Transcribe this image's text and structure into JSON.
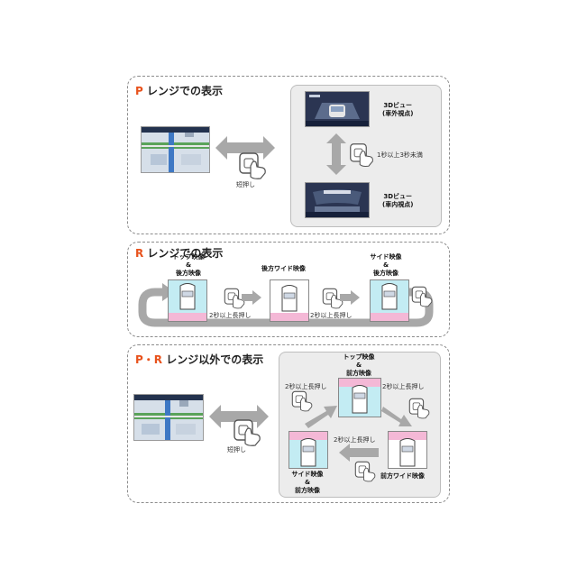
{
  "sections": {
    "p": {
      "title_highlight": "P",
      "title_rest": " レンジでの表示",
      "short_press": "短押し",
      "view_3d_label": "3Dビュー",
      "view_outside": "(車外視点)",
      "view_inside": "(車内視点)",
      "hold_label": "1秒以上3秒未満"
    },
    "r": {
      "title_highlight": "R",
      "title_rest": " レンジでの表示",
      "top_line1": "トップ映像",
      "top_line2": "&",
      "top_line3": "後方映像",
      "rear_wide": "後方ワイド映像",
      "side_line1": "サイド映像",
      "side_line2": "&",
      "side_line3": "後方映像",
      "hold_a": "2秒以上長押し",
      "hold_b": "2秒以上長押し"
    },
    "other": {
      "title_highlight": "P・R",
      "title_rest": " レンジ以外での表示",
      "short_press": "短押し",
      "top_line1": "トップ映像",
      "top_line2": "&",
      "top_line3": "前方映像",
      "front_wide": "前方ワイド映像",
      "side_line1": "サイド映像",
      "side_line2": "&",
      "side_line3": "前方映像",
      "hold_left": "2秒以上長押し",
      "hold_right": "2秒以上長押し",
      "hold_bottom": "2秒以上長押し"
    }
  },
  "colors": {
    "accent": "#e8521c",
    "cyan": "#c3ecf3",
    "pink": "#f4b8d6",
    "arrow_gray": "#a8a8a8"
  }
}
